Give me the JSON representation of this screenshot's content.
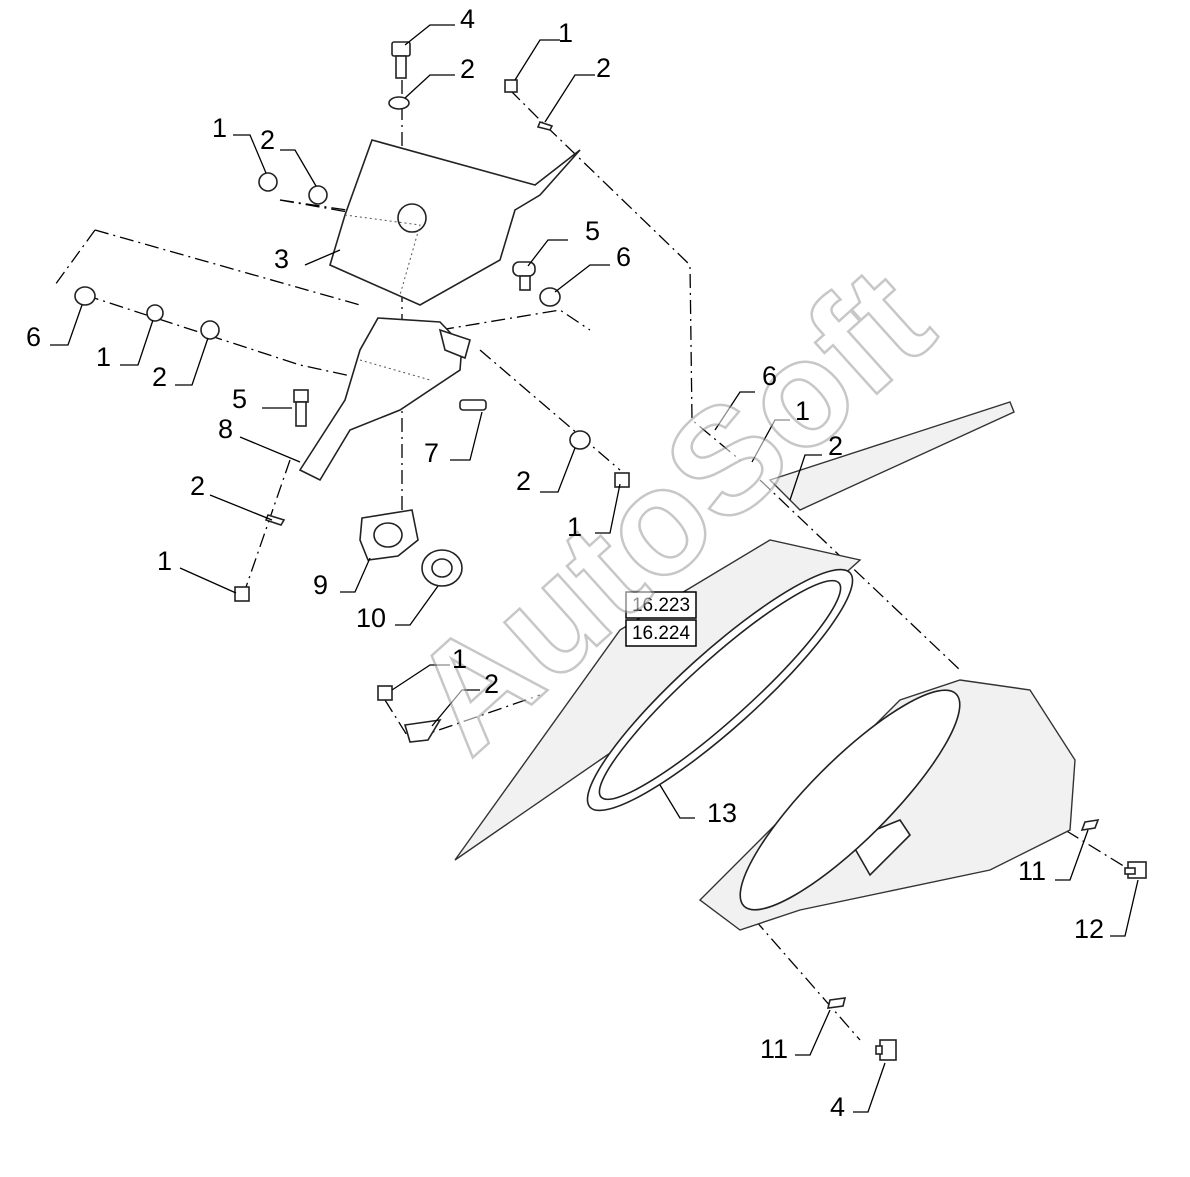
{
  "callouts": [
    "4",
    "2",
    "1",
    "2",
    "1",
    "2",
    "3",
    "5",
    "6",
    "6",
    "1",
    "2",
    "5",
    "8",
    "7",
    "2",
    "1",
    "6",
    "1",
    "2",
    "2",
    "1",
    "9",
    "10",
    "1",
    "2",
    "13",
    "11",
    "12",
    "11",
    "4"
  ],
  "reference_labels": [
    "16.223",
    "16.224"
  ],
  "watermark": "AutoSoft"
}
